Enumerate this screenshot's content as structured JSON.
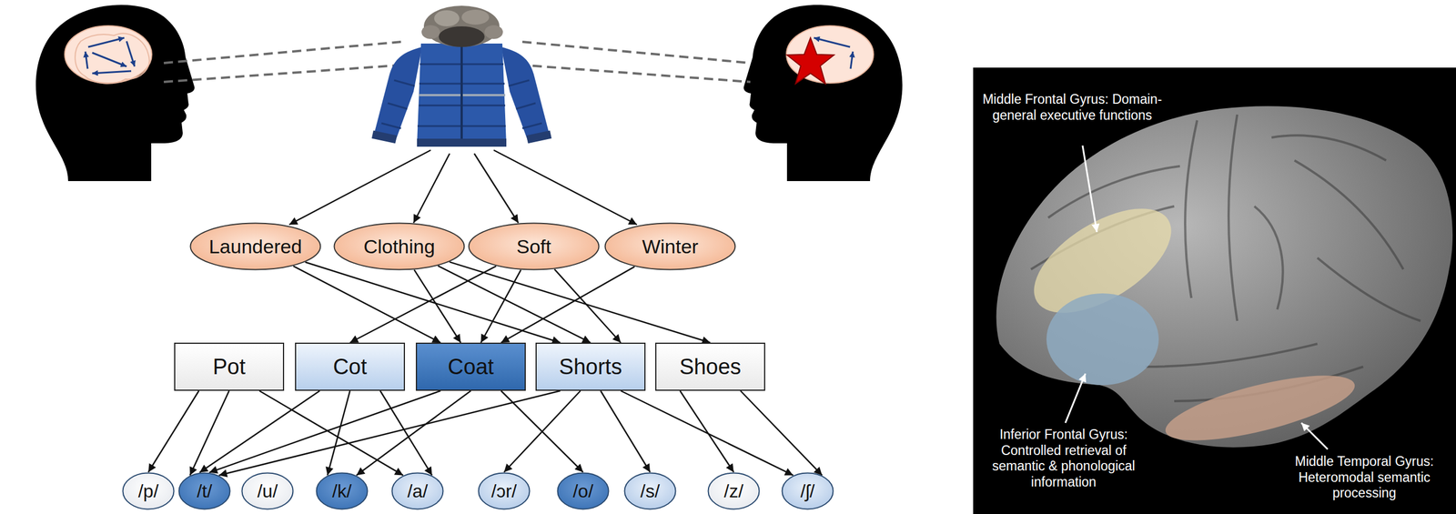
{
  "diagram": {
    "nodes": [
      {
        "text": [
          "Laundered"
        ]
      },
      {
        "text": [
          "Clothing"
        ]
      },
      {
        "text": [
          "Soft"
        ]
      },
      {
        "text": [
          "Winter"
        ]
      },
      {
        "text": [
          "Pot"
        ]
      },
      {
        "text": [
          "Cot"
        ]
      },
      {
        "text": [
          "Coat"
        ]
      },
      {
        "text": [
          "Shorts"
        ]
      },
      {
        "text": [
          "Shoes"
        ]
      },
      {
        "text": [
          "/p/"
        ]
      },
      {
        "text": [
          "/t/"
        ]
      },
      {
        "text": [
          "/u/"
        ]
      },
      {
        "text": [
          "/k/"
        ]
      },
      {
        "text": [
          "/a/"
        ]
      },
      {
        "text": [
          "/ɔr/"
        ]
      },
      {
        "text": [
          "/o/"
        ]
      },
      {
        "text": [
          "/s/"
        ]
      },
      {
        "text": [
          "/z/"
        ]
      },
      {
        "text": [
          "/ʃ/"
        ]
      }
    ],
    "edges": [
      {
        "from": 0,
        "to": 6,
        "arrow": "to"
      },
      {
        "from": 0,
        "to": 7,
        "arrow": "to"
      },
      {
        "from": 1,
        "to": 6,
        "arrow": "to"
      },
      {
        "from": 1,
        "to": 7,
        "arrow": "to"
      },
      {
        "from": 1,
        "to": 8,
        "arrow": "to"
      },
      {
        "from": 2,
        "to": 5,
        "arrow": "to"
      },
      {
        "from": 2,
        "to": 6,
        "arrow": "to"
      },
      {
        "from": 2,
        "to": 7,
        "arrow": "to"
      },
      {
        "from": 3,
        "to": 6,
        "arrow": "to"
      },
      {
        "from": 4,
        "to": 9,
        "arrow": "to"
      },
      {
        "from": 4,
        "to": 10,
        "arrow": "to"
      },
      {
        "from": 4,
        "to": 13,
        "arrow": "to"
      },
      {
        "from": 5,
        "to": 10,
        "arrow": "to"
      },
      {
        "from": 5,
        "to": 12,
        "arrow": "to"
      },
      {
        "from": 5,
        "to": 13,
        "arrow": "to"
      },
      {
        "from": 6,
        "to": 10,
        "arrow": "to"
      },
      {
        "from": 6,
        "to": 12,
        "arrow": "to"
      },
      {
        "from": 6,
        "to": 15,
        "arrow": "to"
      },
      {
        "from": 7,
        "to": 10,
        "arrow": "to"
      },
      {
        "from": 7,
        "to": 14,
        "arrow": "to"
      },
      {
        "from": 7,
        "to": 16,
        "arrow": "to"
      },
      {
        "from": 7,
        "to": 18,
        "arrow": "to"
      },
      {
        "from": 8,
        "to": 17,
        "arrow": "to"
      },
      {
        "from": 8,
        "to": 18,
        "arrow": "to"
      }
    ],
    "labels": [
      "Middle Frontal Gyrus: Domain-general executive functions",
      "Inferior Frontal Gyrus: Controlled retrieval of semantic & phonological information",
      "Middle Temporal Gyrus: Heteromodal semantic processing"
    ]
  }
}
